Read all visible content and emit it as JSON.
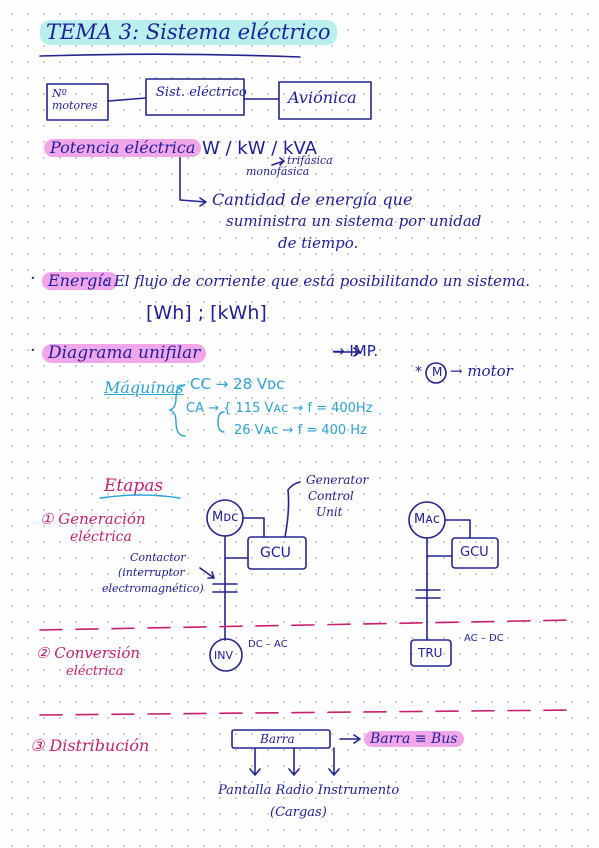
{
  "title": "TEMA 3: Sistema eléctrico",
  "top_boxes": [
    "Nº motores",
    "Sist. eléctrico",
    "Aviónica"
  ],
  "potencia": {
    "label": "Potencia eléctrica",
    "units": "W / kW / kVA",
    "trifasica": "trifásica",
    "monofasica": "monofásica",
    "definition_l1": "Cantidad de energía que",
    "definition_l2": "suministra un sistema por unidad",
    "definition_l3": "de tiempo."
  },
  "energia": {
    "label": "Energía",
    "text": ": El flujo de corriente que está posibilitando un sistema.",
    "units": "[Wh] ; [kWh]"
  },
  "diagrama": {
    "label": "Diagrama unifilar",
    "arrow_text": "→ IMP.",
    "motor_note": "→ motor",
    "motor_symbol": "M",
    "maquinas_label": "Máquinas",
    "cc": "CC → 28 Vᴅᴄ",
    "ca1": "CA → { 115 Vᴀᴄ → f = 400Hz",
    "ca2": "26 Vᴀᴄ → f = 400 Hz"
  },
  "etapas": {
    "label": "Etapas",
    "s1_l1": "① Generación",
    "s1_l2": "eléctrica",
    "s2_l1": "② Conversión",
    "s2_l2": "eléctrica",
    "s3": "③ Distribución"
  },
  "diagram_labels": {
    "mdc": "Mᴅᴄ",
    "mac": "Mᴀᴄ",
    "gcu": "GCU",
    "gcu_note_l1": "Generator",
    "gcu_note_l2": "Control",
    "gcu_note_l3": "Unit",
    "contactor_l1": "Contactor",
    "contactor_l2": "(interruptor",
    "contactor_l3": "electromagnético)",
    "inv": "INV",
    "dc_ac": "DC – AC",
    "tru": "TRU",
    "ac_dc": "AC – DC",
    "barra": "Barra",
    "barra_bus": "Barra ≡ Bus",
    "loads": "Pantalla  Radio  Instrumento",
    "cargas": "(Cargas)"
  }
}
